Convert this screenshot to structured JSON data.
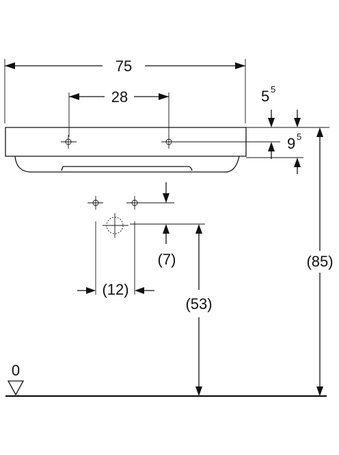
{
  "dimensions": {
    "total_width": "75",
    "tap_hole_spacing": "28",
    "offset_top_main": "5",
    "offset_top_sup": "5",
    "thickness_main": "9",
    "thickness_sup": "5",
    "supply_height": "(7)",
    "supply_spacing": "(12)",
    "drain_height": "(53)",
    "total_height": "(85)",
    "floor_level": "0"
  }
}
